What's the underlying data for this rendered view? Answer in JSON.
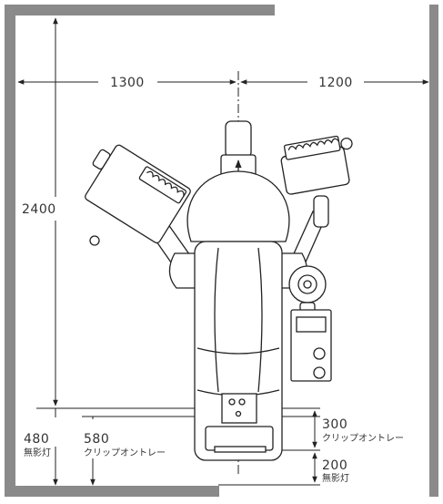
{
  "dimensions": {
    "left_width": "1300",
    "right_width": "1200",
    "room_depth": "2400",
    "rear_light": {
      "value": "480",
      "label": "無影灯"
    },
    "rear_tray": {
      "value": "580",
      "label": "クリップオントレー"
    },
    "tray_offset": {
      "value": "300",
      "label": "クリップオントレー"
    },
    "light_offset": {
      "value": "200",
      "label": "無影灯"
    }
  },
  "colors": {
    "wall": "#8a8a8a",
    "line": "#222222",
    "text": "#333333"
  }
}
